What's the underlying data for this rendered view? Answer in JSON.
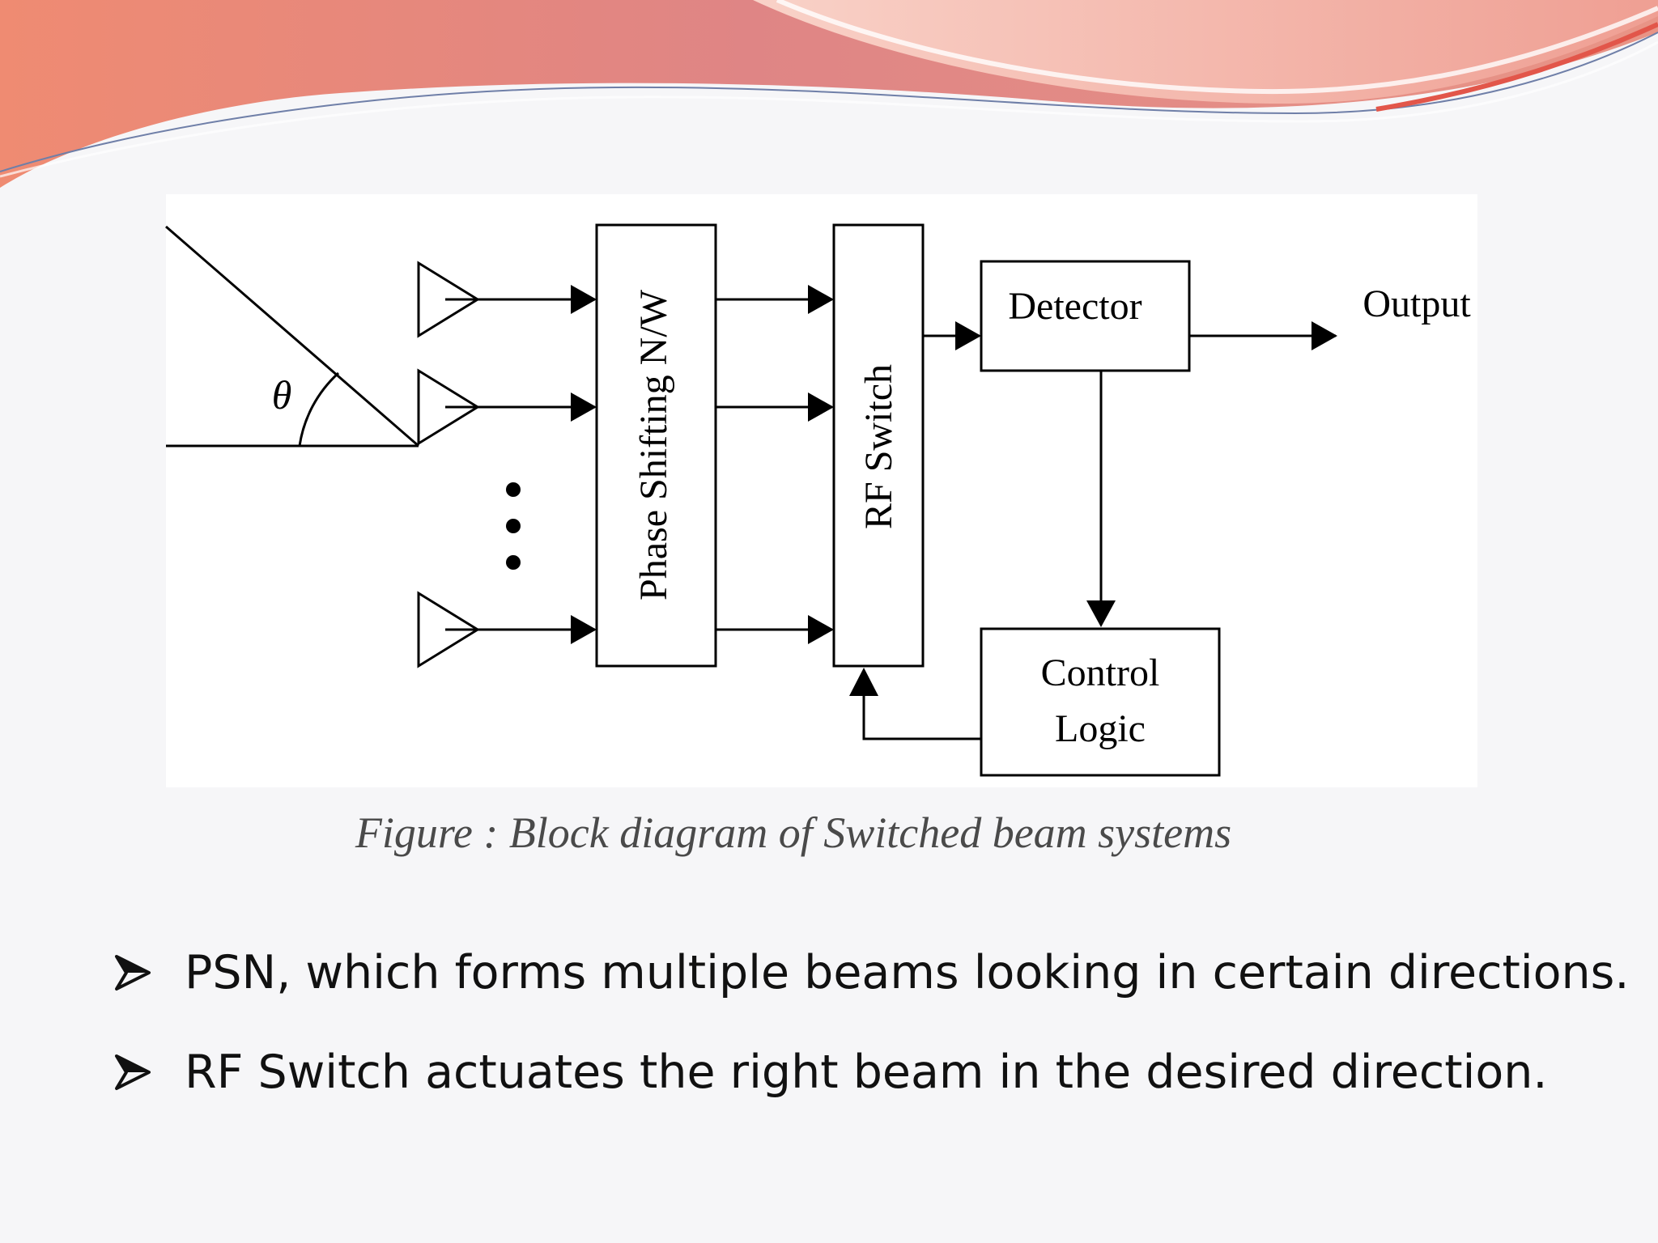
{
  "diagram": {
    "angle_label": "θ",
    "blocks": {
      "phase_shifting": "Phase Shifting N/W",
      "rf_switch": "RF Switch",
      "detector": "Detector",
      "control_logic_line1": "Control",
      "control_logic_line2": "Logic"
    },
    "output_label": "Output",
    "caption": "Figure : Block diagram of Switched beam systems"
  },
  "bullets": [
    {
      "text": "PSN, which forms multiple beams looking in certain directions."
    },
    {
      "text": "RF Switch actuates the right beam in the desired direction."
    }
  ],
  "colors": {
    "header_coral": "#e48177",
    "header_pink": "#f2b5aa",
    "header_line": "#6f7fa8",
    "background": "#f6f6f8",
    "diagram_bg": "#ffffff",
    "ink": "#000000"
  }
}
